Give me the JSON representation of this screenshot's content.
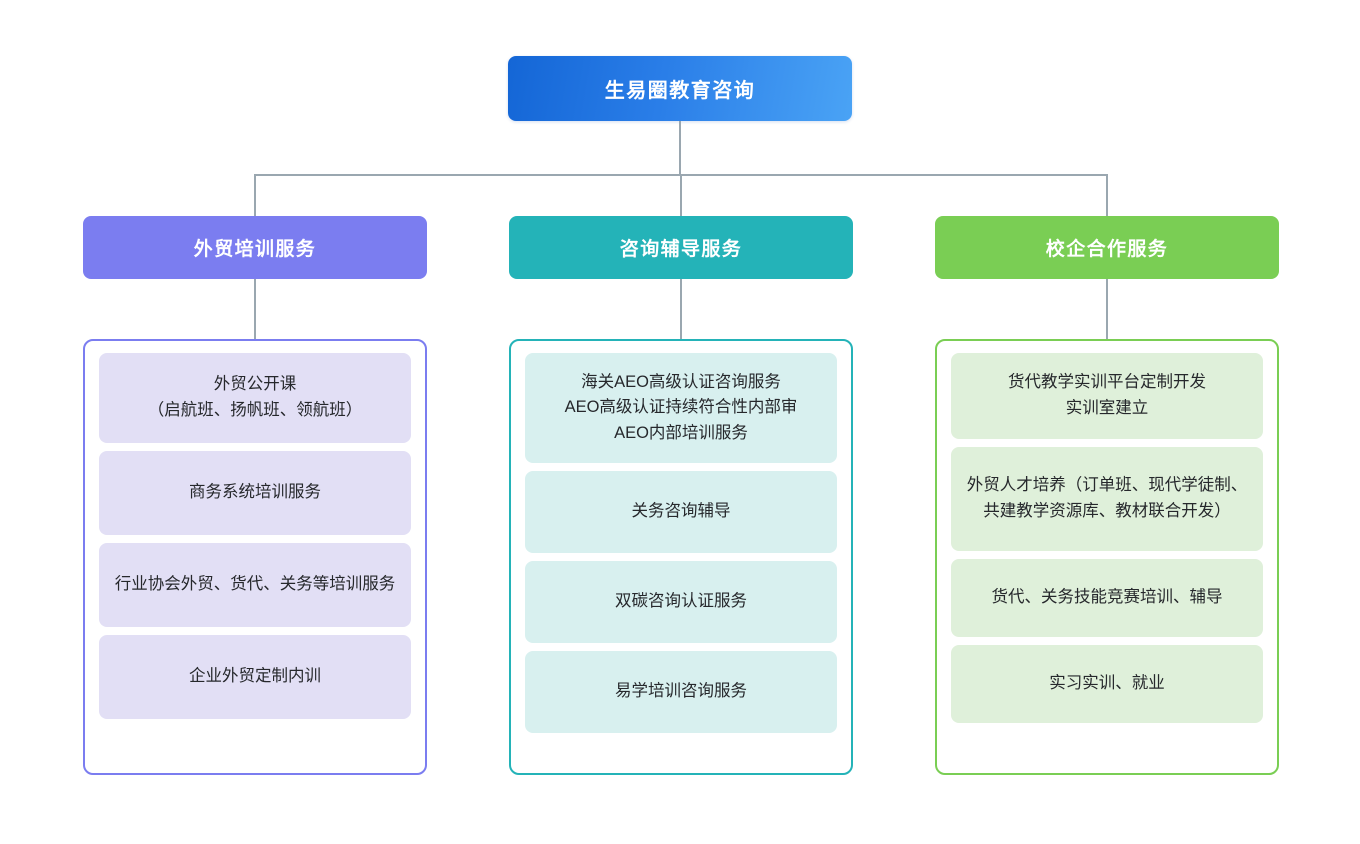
{
  "diagram": {
    "title": "生易圈教育咨询",
    "root": {
      "label": "生易圈教育咨询",
      "color": "#2a7ee8"
    },
    "columns": [
      {
        "header": "外贸培训服务",
        "accent": "#7b7df0",
        "item_bg": "#e2dff5",
        "items": [
          "外贸公开课\n（启航班、扬帆班、领航班）",
          "商务系统培训服务",
          "行业协会外贸、货代、关务等培训服务",
          "企业外贸定制内训"
        ]
      },
      {
        "header": "咨询辅导服务",
        "accent": "#24b3b8",
        "item_bg": "#d8f0ef",
        "items": [
          "海关AEO高级认证咨询服务\nAEO高级认证持续符合性内部审\nAEO内部培训服务",
          "关务咨询辅导",
          "双碳咨询认证服务",
          "易学培训咨询服务"
        ]
      },
      {
        "header": "校企合作服务",
        "accent": "#7ace54",
        "item_bg": "#dff0da",
        "items": [
          "货代教学实训平台定制开发\n实训室建立",
          "外贸人才培养（订单班、现代学徒制、共建教学资源库、教材联合开发）",
          "货代、关务技能竞赛培训、辅导",
          "实习实训、就业"
        ]
      }
    ],
    "connector_color": "#9aa7b0"
  }
}
